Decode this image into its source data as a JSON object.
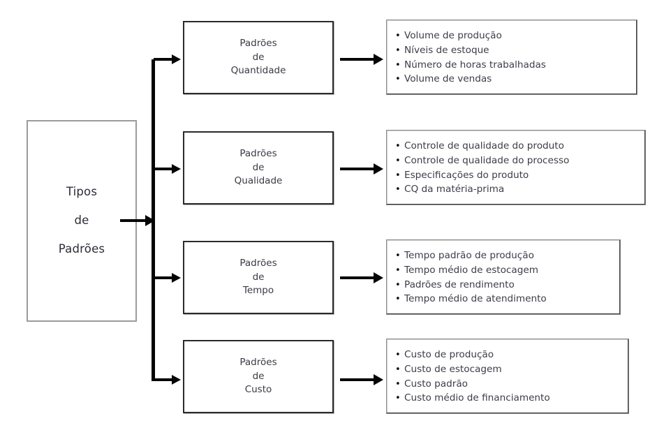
{
  "diagram": {
    "root": {
      "lines": [
        "Tipos",
        "de",
        "Padrões"
      ]
    },
    "branches": [
      {
        "category": {
          "lines": [
            "Padrões",
            "de",
            "Quantidade"
          ]
        },
        "details": [
          "Volume de produção",
          "Níveis de estoque",
          "Número de horas trabalhadas",
          "Volume de vendas"
        ]
      },
      {
        "category": {
          "lines": [
            "Padrões",
            "de",
            "Qualidade"
          ]
        },
        "details": [
          "Controle de qualidade do produto",
          "Controle de qualidade do processo",
          "Especificações do produto",
          "CQ da matéria-prima"
        ]
      },
      {
        "category": {
          "lines": [
            "Padrões",
            "de",
            "Tempo"
          ]
        },
        "details": [
          "Tempo padrão de produção",
          "Tempo médio de estocagem",
          "Padrões de rendimento",
          "Tempo médio de atendimento"
        ]
      },
      {
        "category": {
          "lines": [
            "Padrões",
            "de",
            "Custo"
          ]
        },
        "details": [
          "Custo de produção",
          "Custo de estocagem",
          "Custo padrão",
          "Custo médio de financiamento"
        ]
      }
    ],
    "bullet_glyph": "•",
    "colors": {
      "background": "#ffffff",
      "root_border": "#9b9b9b",
      "category_border": "#2a2a2a",
      "detail_border": "#8a8a8a",
      "connector": "#050505",
      "text": "#3a3a44"
    }
  }
}
